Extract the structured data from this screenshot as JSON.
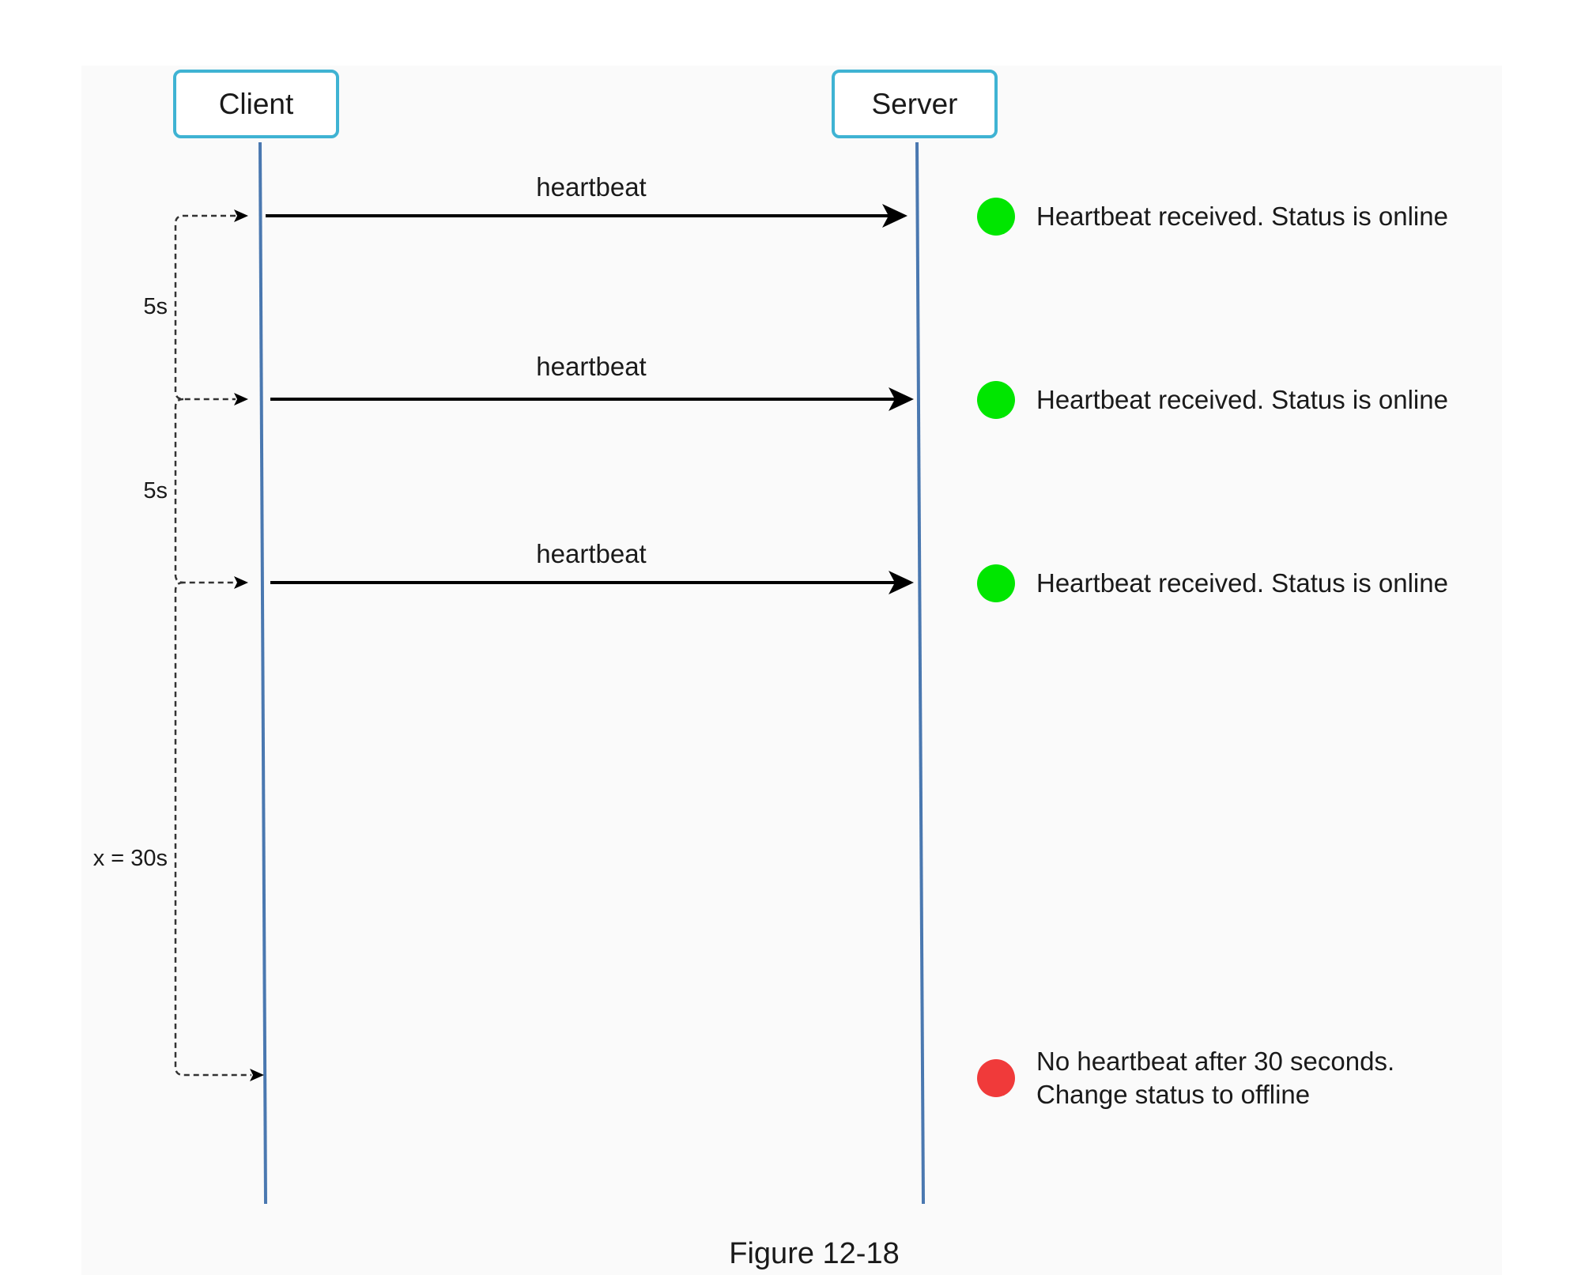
{
  "actors": {
    "client": "Client",
    "server": "Server"
  },
  "messages": [
    {
      "label": "heartbeat"
    },
    {
      "label": "heartbeat"
    },
    {
      "label": "heartbeat"
    }
  ],
  "intervals": [
    {
      "label": "5s"
    },
    {
      "label": "5s"
    },
    {
      "label": "x = 30s"
    }
  ],
  "statuses": [
    {
      "text": "Heartbeat received. Status is online",
      "color": "#00e600",
      "state": "online"
    },
    {
      "text": "Heartbeat received. Status is online",
      "color": "#00e600",
      "state": "online"
    },
    {
      "text": "Heartbeat received. Status is online",
      "color": "#00e600",
      "state": "online"
    },
    {
      "line1": "No heartbeat after 30 seconds.",
      "line2": "Change status to offline",
      "color": "#f03a3a",
      "state": "offline"
    }
  ],
  "caption": "Figure 12-18",
  "colors": {
    "lifeline": "#4a78b0",
    "actor_border": "#3fb3d3",
    "arrow": "#000000"
  }
}
